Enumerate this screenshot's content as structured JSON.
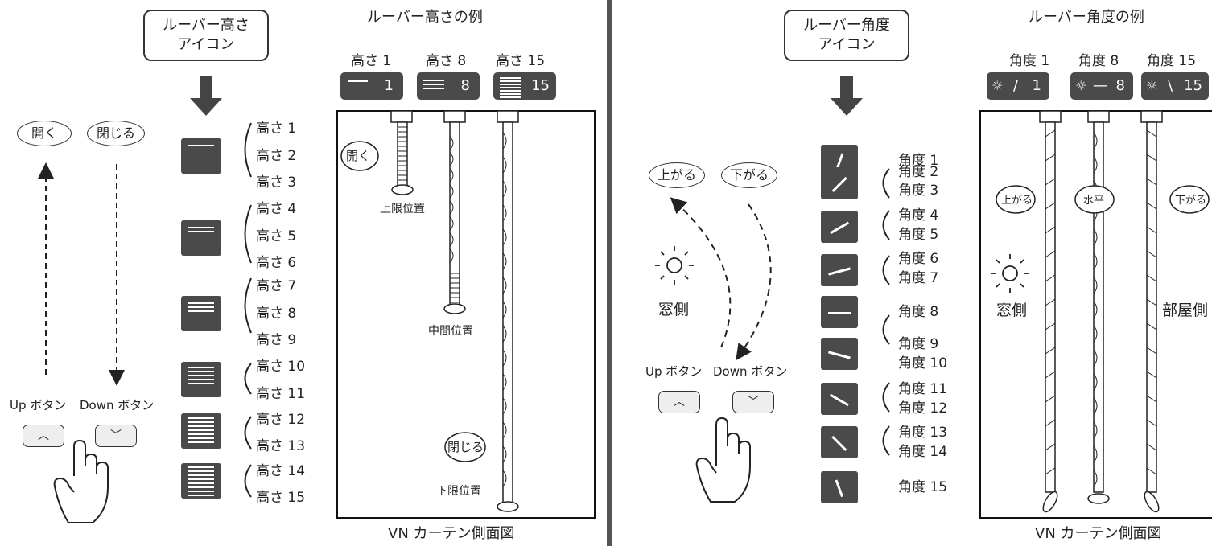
{
  "left": {
    "callout": [
      "ルーバー高さ",
      "アイコン"
    ],
    "example_title": "ルーバー高さの例",
    "open_label": "開く",
    "close_label": "閉じる",
    "up_button_label": "Up ボタン",
    "down_button_label": "Down ボタン",
    "groups": [
      [
        "高さ 1",
        "高さ 2",
        "高さ 3"
      ],
      [
        "高さ 4",
        "高さ 5",
        "高さ 6"
      ],
      [
        "高さ 7",
        "高さ 8",
        "高さ 9"
      ],
      [
        "高さ 10",
        "高さ 11"
      ],
      [
        "高さ 12",
        "高さ 13"
      ],
      [
        "高さ 14",
        "高さ 15"
      ]
    ],
    "examples": [
      {
        "label": "高さ 1",
        "value": "1"
      },
      {
        "label": "高さ 8",
        "value": "8"
      },
      {
        "label": "高さ 15",
        "value": "15"
      }
    ],
    "positions": {
      "top": "上限位置",
      "mid": "中間位置",
      "bottom": "下限位置"
    },
    "bubble_open": "開く",
    "bubble_close": "閉じる",
    "caption": "VN カーテン側面図"
  },
  "right": {
    "callout": [
      "ルーバー角度",
      "アイコン"
    ],
    "example_title": "ルーバー角度の例",
    "up_label": "上がる",
    "down_label": "下がる",
    "window_side": "窓側",
    "room_side": "部屋側",
    "up_button_label": "Up ボタン",
    "down_button_label": "Down ボタン",
    "angles": [
      [
        "角度 1"
      ],
      [
        "角度 2",
        "角度 3"
      ],
      [
        "角度 4",
        "角度 5"
      ],
      [
        "角度 6",
        "角度 7"
      ],
      [
        "角度 8"
      ],
      [
        "角度 9",
        "角度 10"
      ],
      [
        "角度 11",
        "角度 12"
      ],
      [
        "角度 13",
        "角度 14"
      ],
      [
        "角度 15"
      ]
    ],
    "examples": [
      {
        "label": "角度 1",
        "value": "1",
        "glyph": "/"
      },
      {
        "label": "角度 8",
        "value": "8",
        "glyph": "—"
      },
      {
        "label": "角度 15",
        "value": "15",
        "glyph": "\\"
      }
    ],
    "bubble_up": "上がる",
    "bubble_level": "水平",
    "bubble_down": "下がる",
    "caption": "VN カーテン側面図"
  }
}
